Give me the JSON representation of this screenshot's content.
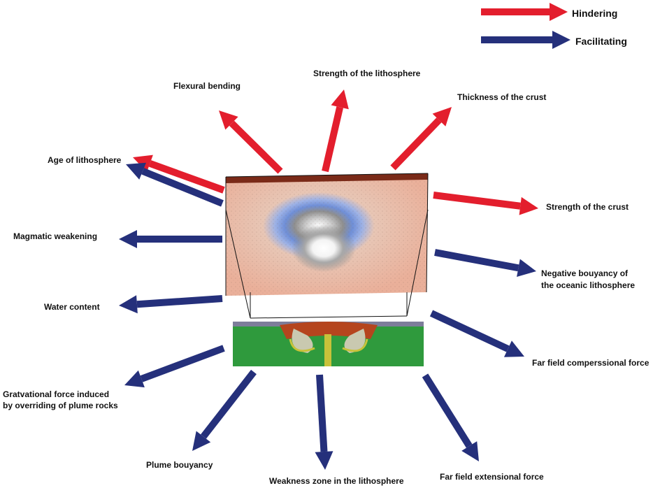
{
  "legend": {
    "hindering": {
      "label": "Hindering",
      "color": "#e31e2d"
    },
    "facilitating": {
      "label": "Facilitating",
      "color": "#25307b"
    }
  },
  "factors": {
    "flexural_bending": "Flexural bending",
    "strength_lithosphere": "Strength of the lithosphere",
    "thickness_crust": "Thickness of the crust",
    "age_lithosphere": "Age of lithosphere",
    "strength_crust": "Strength of the crust",
    "magmatic_weakening": "Magmatic weakening",
    "negative_bouyancy_line1": "Negative  bouyancy  of",
    "negative_bouyancy_line2": "the  oceanic lithosphere",
    "water_content": "Water content",
    "far_field_compressional": "Far field comperssional force",
    "gravitational_line1": "Gratvational force induced",
    "gravitational_line2": "by overriding of  plume rocks",
    "plume_bouyancy": "Plume bouyancy",
    "weakness_zone": "Weakness zone in the lithosphere",
    "far_field_extensional": "Far field  extensional  force"
  },
  "colors": {
    "crust_surface": "#e9b6a1",
    "depression_blue": "#5f82d6",
    "section_green": "#2f9a3d",
    "plume_yellow": "#c8c23a",
    "plume_red": "#b5451e"
  }
}
